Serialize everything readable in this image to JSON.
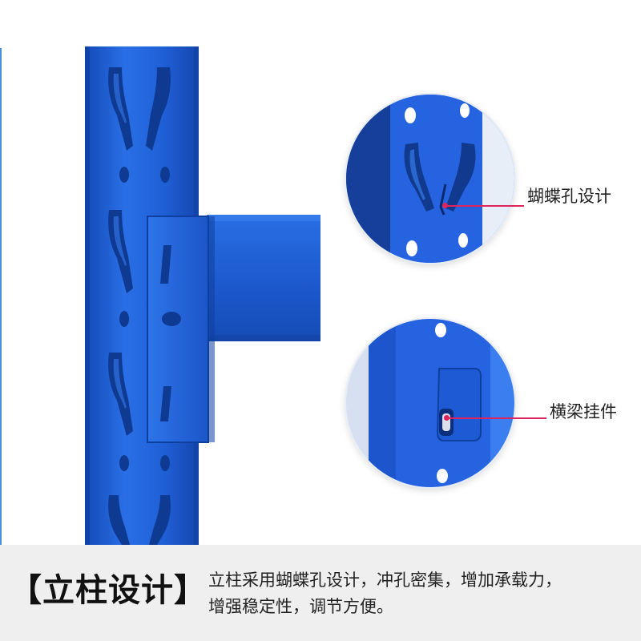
{
  "callouts": {
    "top_label": "蝴蝶孔设计",
    "bottom_label": "横梁挂件"
  },
  "footer": {
    "title": "【立柱设计】",
    "description_line1": "立柱采用蝴蝶孔设计，冲孔密集，增加承载力，",
    "description_line2": "增强稳定性，调节方便。"
  },
  "colors": {
    "steel_blue": "#1f5fd6",
    "steel_blue_dark": "#0f3f9e",
    "callout_accent": "#e0245e",
    "footer_bg": "#efefef"
  }
}
